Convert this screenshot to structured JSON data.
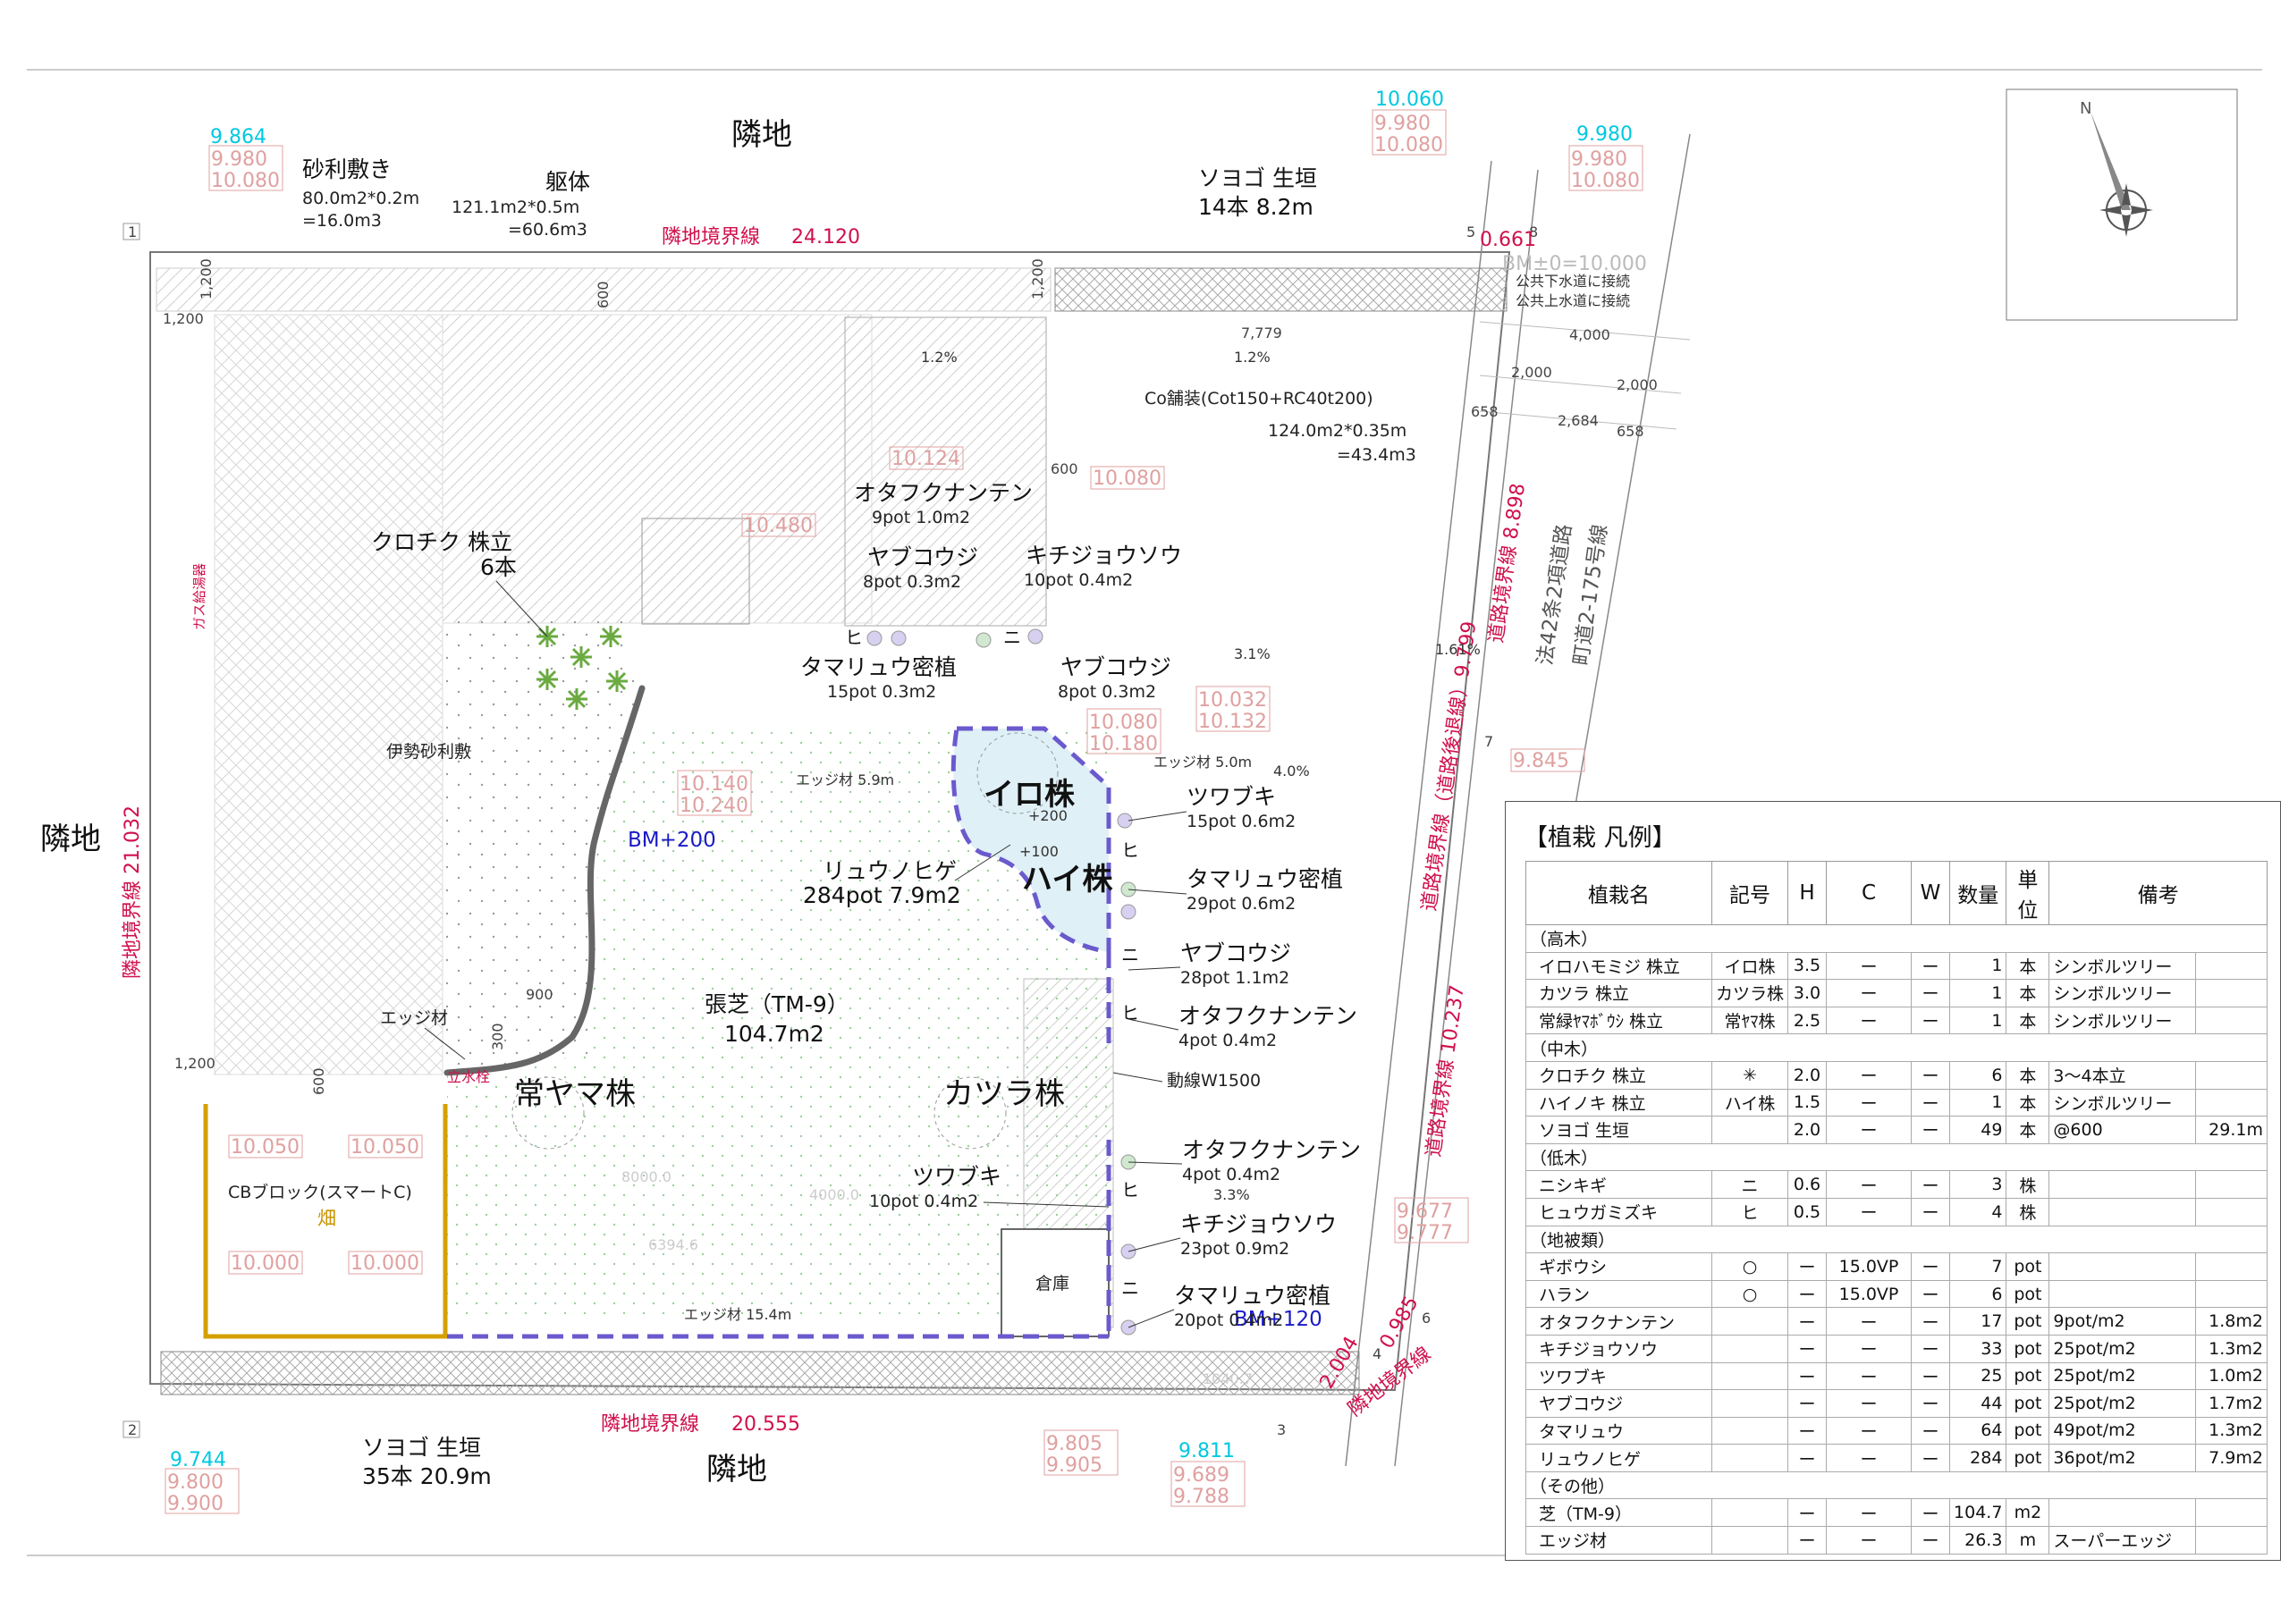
{
  "plan": {
    "neighbor": "隣地",
    "top_boundary": "隣地境界線",
    "top_boundary_len": "24.120",
    "left_boundary": "隣地境界線 21.032",
    "bottom_boundary": "隣地境界線",
    "bottom_boundary_len": "20.555",
    "right_boundary_corner": "隣地境界線",
    "road_boundary_1": "道路境界線 8.898",
    "road_setback": "道路境界線（道路後退線）9.799",
    "road_boundary_2": "道路境界線 10.237",
    "road_name_1": "法42条2項道路",
    "road_name_2": "町道2-175号線",
    "corner_dims": {
      "d1": "2.004",
      "d2": "0.985",
      "d3": "0.661"
    },
    "corners": [
      "1",
      "2",
      "3",
      "4",
      "5",
      "6",
      "7",
      "8"
    ],
    "levels_cyan": [
      "9.864",
      "10.060",
      "9.980",
      "9.744",
      "9.811"
    ],
    "levels_boxed": [
      "9.980",
      "10.080",
      "9.800",
      "9.900",
      "9.805",
      "9.905",
      "9.689",
      "9.788",
      "9.677",
      "9.777",
      "10.124",
      "10.080",
      "10.480",
      "10.032",
      "10.132",
      "10.080",
      "10.180",
      "10.140",
      "10.240",
      "9.845",
      "10.050",
      "10.050",
      "10.000",
      "10.000"
    ],
    "bm": "BM±0=10.000",
    "bm_plus": "BM+200",
    "bm_plus_2": "BM+120",
    "sewer": "公共下水道に接続",
    "water": "公共上水道に接続",
    "gravel_title": "砂利敷き",
    "gravel_calc1": "80.0m2*0.2m",
    "gravel_calc2": "=16.0m3",
    "body_title": "躯体",
    "body_calc1": "121.1m2*0.5m",
    "body_calc2": "=60.6m3",
    "paving_title": "Co舗装(Cot150+RC40t200)",
    "paving_calc1": "124.0m2*0.35m",
    "paving_calc2": "=43.4m3",
    "hedge_top_1": "ソヨゴ 生垣",
    "hedge_top_2": "14本  8.2m",
    "hedge_bot_1": "ソヨゴ 生垣",
    "hedge_bot_2": "35本  20.9m",
    "kurochiku_1": "クロチク  株立",
    "kurochiku_2": "6本",
    "ise_gravel": "伊勢砂利敷",
    "edge": "エッジ材",
    "edge_59": "エッジ材  5.9m",
    "edge_50": "エッジ材  5.0m",
    "edge_154": "エッジ材  15.4m",
    "faucet": "立水栓",
    "gas_meter": "ガス給湯器",
    "iro": "イロ株",
    "hai": "ハイ株",
    "katsura": "カツラ株",
    "tokiwa": "常ヤマ株",
    "lawn_1": "張芝（TM-9）",
    "lawn_2": "104.7m2",
    "ryunohige_1": "リュウノヒゲ",
    "ryunohige_2": "284pot  7.9m2",
    "cb_block": "CBブロック(スマートC)",
    "field": "畑",
    "shed": "倉庫",
    "walkway": "動線W1500",
    "slope_12": "1.2%",
    "slope_31": "3.1%",
    "slope_40": "4.0%",
    "slope_33": "3.3%",
    "slope_161": "1.61%",
    "dims": {
      "d1200": "1,200",
      "d600": "600",
      "d900": "900",
      "d300": "300",
      "d7779": "7,779",
      "d4000": "4,000",
      "d2000": "2,000",
      "d658": "658",
      "d2684": "2,684",
      "d8000": "8000.0",
      "d4000b": "4000.0",
      "d6394": "6394.6",
      "d1040": "1040.7"
    },
    "callouts": [
      {
        "a": "オタフクナンテン",
        "b": "9pot  1.0m2"
      },
      {
        "a": "ヤブコウジ",
        "b": "8pot  0.3m2"
      },
      {
        "a": "キチジョウソウ",
        "b": "10pot  0.4m2"
      },
      {
        "a": "タマリュウ密植",
        "b": "15pot 0.3m2"
      },
      {
        "a": "ヤブコウジ",
        "b": "8pot   0.3m2"
      },
      {
        "a": "ツワブキ",
        "b": "15pot  0.6m2"
      },
      {
        "a": "タマリュウ密植",
        "b": "29pot  0.6m2"
      },
      {
        "a": "ヤブコウジ",
        "b": "28pot  1.1m2"
      },
      {
        "a": "オタフクナンテン",
        "b": "4pot  0.4m2"
      },
      {
        "a": "オタフクナンテン",
        "b": "4pot  0.4m2"
      },
      {
        "a": "ツワブキ",
        "b": "10pot  0.4m2"
      },
      {
        "a": "キチジョウソウ",
        "b": "23pot  0.9m2"
      },
      {
        "a": "タマリュウ密植",
        "b": "20pot  0.4m2"
      }
    ],
    "symbols": {
      "hi": "ヒ",
      "ni": "ニ",
      "plus100": "+100",
      "plus200": "+200"
    }
  },
  "legend": {
    "title": "【植栽  凡例】",
    "headers": [
      "植栽名",
      "記号",
      "H",
      "C",
      "W",
      "数量",
      "単位",
      "備考"
    ],
    "rows": [
      {
        "type": "cat",
        "name": "（高木）"
      },
      {
        "name": "イロハモミジ 株立",
        "sym": "イロ株",
        "h": "3.5",
        "c": "ー",
        "w": "ー",
        "qty": "1",
        "unit": "本",
        "note": "シンボルツリー",
        "note2": ""
      },
      {
        "name": "カツラ  株立",
        "sym": "カツラ株",
        "h": "3.0",
        "c": "ー",
        "w": "ー",
        "qty": "1",
        "unit": "本",
        "note": "シンボルツリー",
        "note2": ""
      },
      {
        "name": "常緑ﾔﾏﾎﾞｳｼ  株立",
        "sym": "常ﾔﾏ株",
        "h": "2.5",
        "c": "ー",
        "w": "ー",
        "qty": "1",
        "unit": "本",
        "note": "シンボルツリー",
        "note2": ""
      },
      {
        "type": "cat",
        "name": "（中木）"
      },
      {
        "name": "クロチク  株立",
        "sym": "✳",
        "h": "2.0",
        "c": "ー",
        "w": "ー",
        "qty": "6",
        "unit": "本",
        "note": "3～4本立",
        "note2": ""
      },
      {
        "name": "ハイノキ  株立",
        "sym": "ハイ株",
        "h": "1.5",
        "c": "ー",
        "w": "ー",
        "qty": "1",
        "unit": "本",
        "note": "シンボルツリー",
        "note2": ""
      },
      {
        "name": "ソヨゴ  生垣",
        "sym": "",
        "h": "2.0",
        "c": "ー",
        "w": "ー",
        "qty": "49",
        "unit": "本",
        "note": "@600",
        "note2": "29.1m"
      },
      {
        "type": "cat",
        "name": "（低木）"
      },
      {
        "name": "ニシキギ",
        "sym": "ニ",
        "h": "0.6",
        "c": "ー",
        "w": "ー",
        "qty": "3",
        "unit": "株",
        "note": "",
        "note2": ""
      },
      {
        "name": "ヒュウガミズキ",
        "sym": "ヒ",
        "h": "0.5",
        "c": "ー",
        "w": "ー",
        "qty": "4",
        "unit": "株",
        "note": "",
        "note2": ""
      },
      {
        "type": "cat",
        "name": "（地被類）"
      },
      {
        "name": "ギボウシ",
        "sym": "○",
        "h": "ー",
        "c": "15.0VP",
        "w": "ー",
        "qty": "7",
        "unit": "pot",
        "note": "",
        "note2": ""
      },
      {
        "name": "ハラン",
        "sym": "○",
        "h": "ー",
        "c": "15.0VP",
        "w": "ー",
        "qty": "6",
        "unit": "pot",
        "note": "",
        "note2": ""
      },
      {
        "name": "オタフクナンテン",
        "sym": "",
        "h": "ー",
        "c": "ー",
        "w": "ー",
        "qty": "17",
        "unit": "pot",
        "note": "9pot/m2",
        "note2": "1.8m2"
      },
      {
        "name": "キチジョウソウ",
        "sym": "",
        "h": "ー",
        "c": "ー",
        "w": "ー",
        "qty": "33",
        "unit": "pot",
        "note": "25pot/m2",
        "note2": "1.3m2"
      },
      {
        "name": "ツワブキ",
        "sym": "",
        "h": "ー",
        "c": "ー",
        "w": "ー",
        "qty": "25",
        "unit": "pot",
        "note": "25pot/m2",
        "note2": "1.0m2"
      },
      {
        "name": "ヤブコウジ",
        "sym": "",
        "h": "ー",
        "c": "ー",
        "w": "ー",
        "qty": "44",
        "unit": "pot",
        "note": "25pot/m2",
        "note2": "1.7m2"
      },
      {
        "name": "タマリュウ",
        "sym": "",
        "h": "ー",
        "c": "ー",
        "w": "ー",
        "qty": "64",
        "unit": "pot",
        "note": "49pot/m2",
        "note2": "1.3m2"
      },
      {
        "name": "リュウノヒゲ",
        "sym": "",
        "h": "ー",
        "c": "ー",
        "w": "ー",
        "qty": "284",
        "unit": "pot",
        "note": "36pot/m2",
        "note2": "7.9m2"
      },
      {
        "type": "cat",
        "name": "（その他）"
      },
      {
        "name": "芝（TM-9）",
        "sym": "",
        "h": "ー",
        "c": "ー",
        "w": "ー",
        "qty": "104.7",
        "unit": "m2",
        "note": "",
        "note2": ""
      },
      {
        "name": "エッジ材",
        "sym": "",
        "h": "ー",
        "c": "ー",
        "w": "ー",
        "qty": "26.3",
        "unit": "m",
        "note": "スーパーエッジ",
        "note2": ""
      }
    ]
  },
  "colors": {
    "boundary_red": "#d0104c",
    "level_cyan": "#00c8e0",
    "level_box": "#e0a0a0",
    "edge_purple": "#6a5acd",
    "field_gold": "#d4a000",
    "bm_blue": "#1a1ac8"
  }
}
